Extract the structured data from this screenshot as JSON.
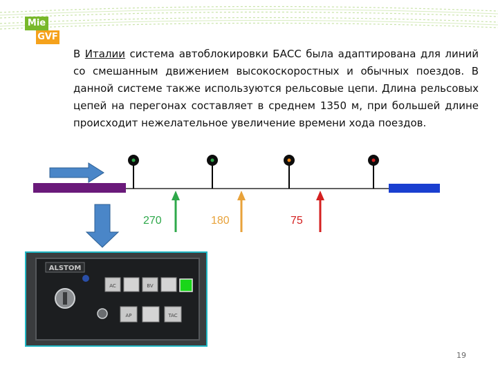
{
  "slide": {
    "logo": {
      "line1": "Mie",
      "line2": "GVF"
    },
    "paragraph": {
      "before": "В ",
      "highlight": "Италии",
      "after": " система автоблокировки БАСС была адаптирована для линий со смешанным движением высокоскоростных и обычных поездов. В данной системе также используются рельсовые цепи. Длина рельсовых цепей на перегонах составляет в среднем 1350 м, при большей длине происходит нежелательное увеличение времени хода поездов."
    },
    "diagram": {
      "speeds": [
        {
          "value": "270",
          "color": "#2ea84a"
        },
        {
          "value": "180",
          "color": "#e8a23a"
        },
        {
          "value": "75",
          "color": "#d42020"
        }
      ],
      "signal_colors": [
        "#2ea84a",
        "#2ea84a",
        "#f08a1c",
        "#d42020"
      ]
    },
    "panel": {
      "brand": "ALSTOM",
      "buttons_top": [
        "AC",
        "",
        "BV",
        "",
        ""
      ],
      "buttons_bottom": [
        "AP",
        "",
        "TAC"
      ]
    },
    "page_number": "19",
    "colors": {
      "accent_cyan": "#1fb6c4",
      "train_arrow": "#4a86c8",
      "track_purple": "#6a1a7a",
      "track_blue": "#1a3fd0",
      "indicator_green": "#19d619"
    }
  }
}
